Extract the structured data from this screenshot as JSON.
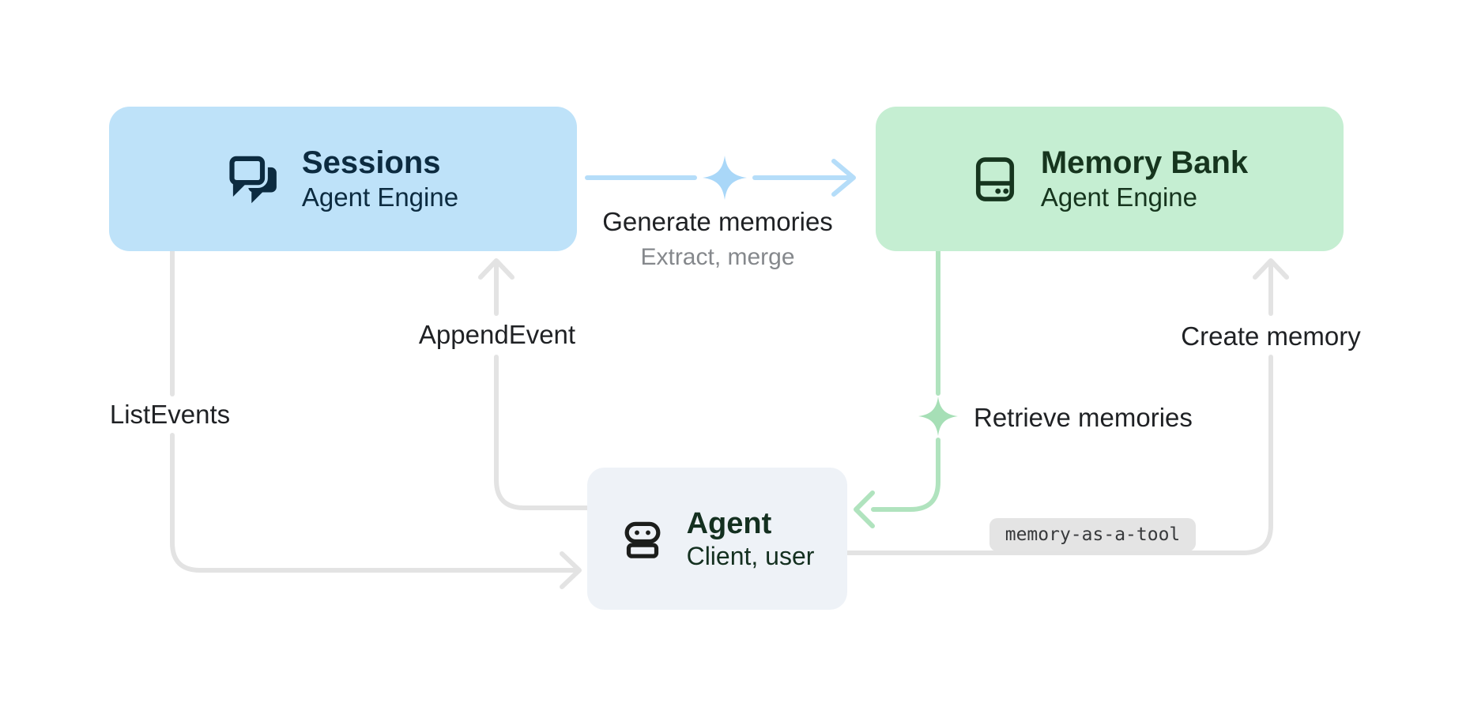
{
  "colors": {
    "canvas-bg": "#FFFFFF",
    "sessions-bg": "#BEE2F9",
    "sessions-fg": "#0C2B40",
    "memory-bg": "#C5EED2",
    "memory-fg": "#16351E",
    "agent-bg": "#EEF2F7",
    "agent-fg": "#143020",
    "agent-icon": "#1C1E1C",
    "gray-line": "#E3E3E3",
    "blue-line": "#B5DDF9",
    "blue-sparkle": "#A9D7F8",
    "green-line": "#B0E3BE",
    "green-sparkle": "#A6DFB6",
    "label-fg": "#1F2124",
    "label-muted": "#85888C",
    "badge-bg": "#E4E4E4",
    "badge-fg": "#37393B"
  },
  "nodes": {
    "sessions": {
      "title": "Sessions",
      "subtitle": "Agent Engine",
      "icon": "chat-bubbles-icon"
    },
    "memory_bank": {
      "title": "Memory Bank",
      "subtitle": "Agent Engine",
      "icon": "memory-storage-icon"
    },
    "agent": {
      "title": "Agent",
      "subtitle": "Client, user",
      "icon": "robot-agent-icon"
    }
  },
  "edges": {
    "generate_memories": {
      "label": "Generate memories",
      "sublabel": "Extract, merge",
      "from": "Sessions",
      "to": "Memory Bank"
    },
    "append_event": {
      "label": "AppendEvent",
      "from": "Agent",
      "to": "Sessions"
    },
    "list_events": {
      "label": "ListEvents",
      "from": "Sessions",
      "to": "Agent"
    },
    "retrieve_memories": {
      "label": "Retrieve memories",
      "from": "Memory Bank",
      "to": "Agent"
    },
    "create_memory": {
      "label": "Create memory",
      "from": "Agent",
      "to": "Memory Bank"
    },
    "tool_badge": {
      "label": "memory-as-a-tool"
    }
  }
}
